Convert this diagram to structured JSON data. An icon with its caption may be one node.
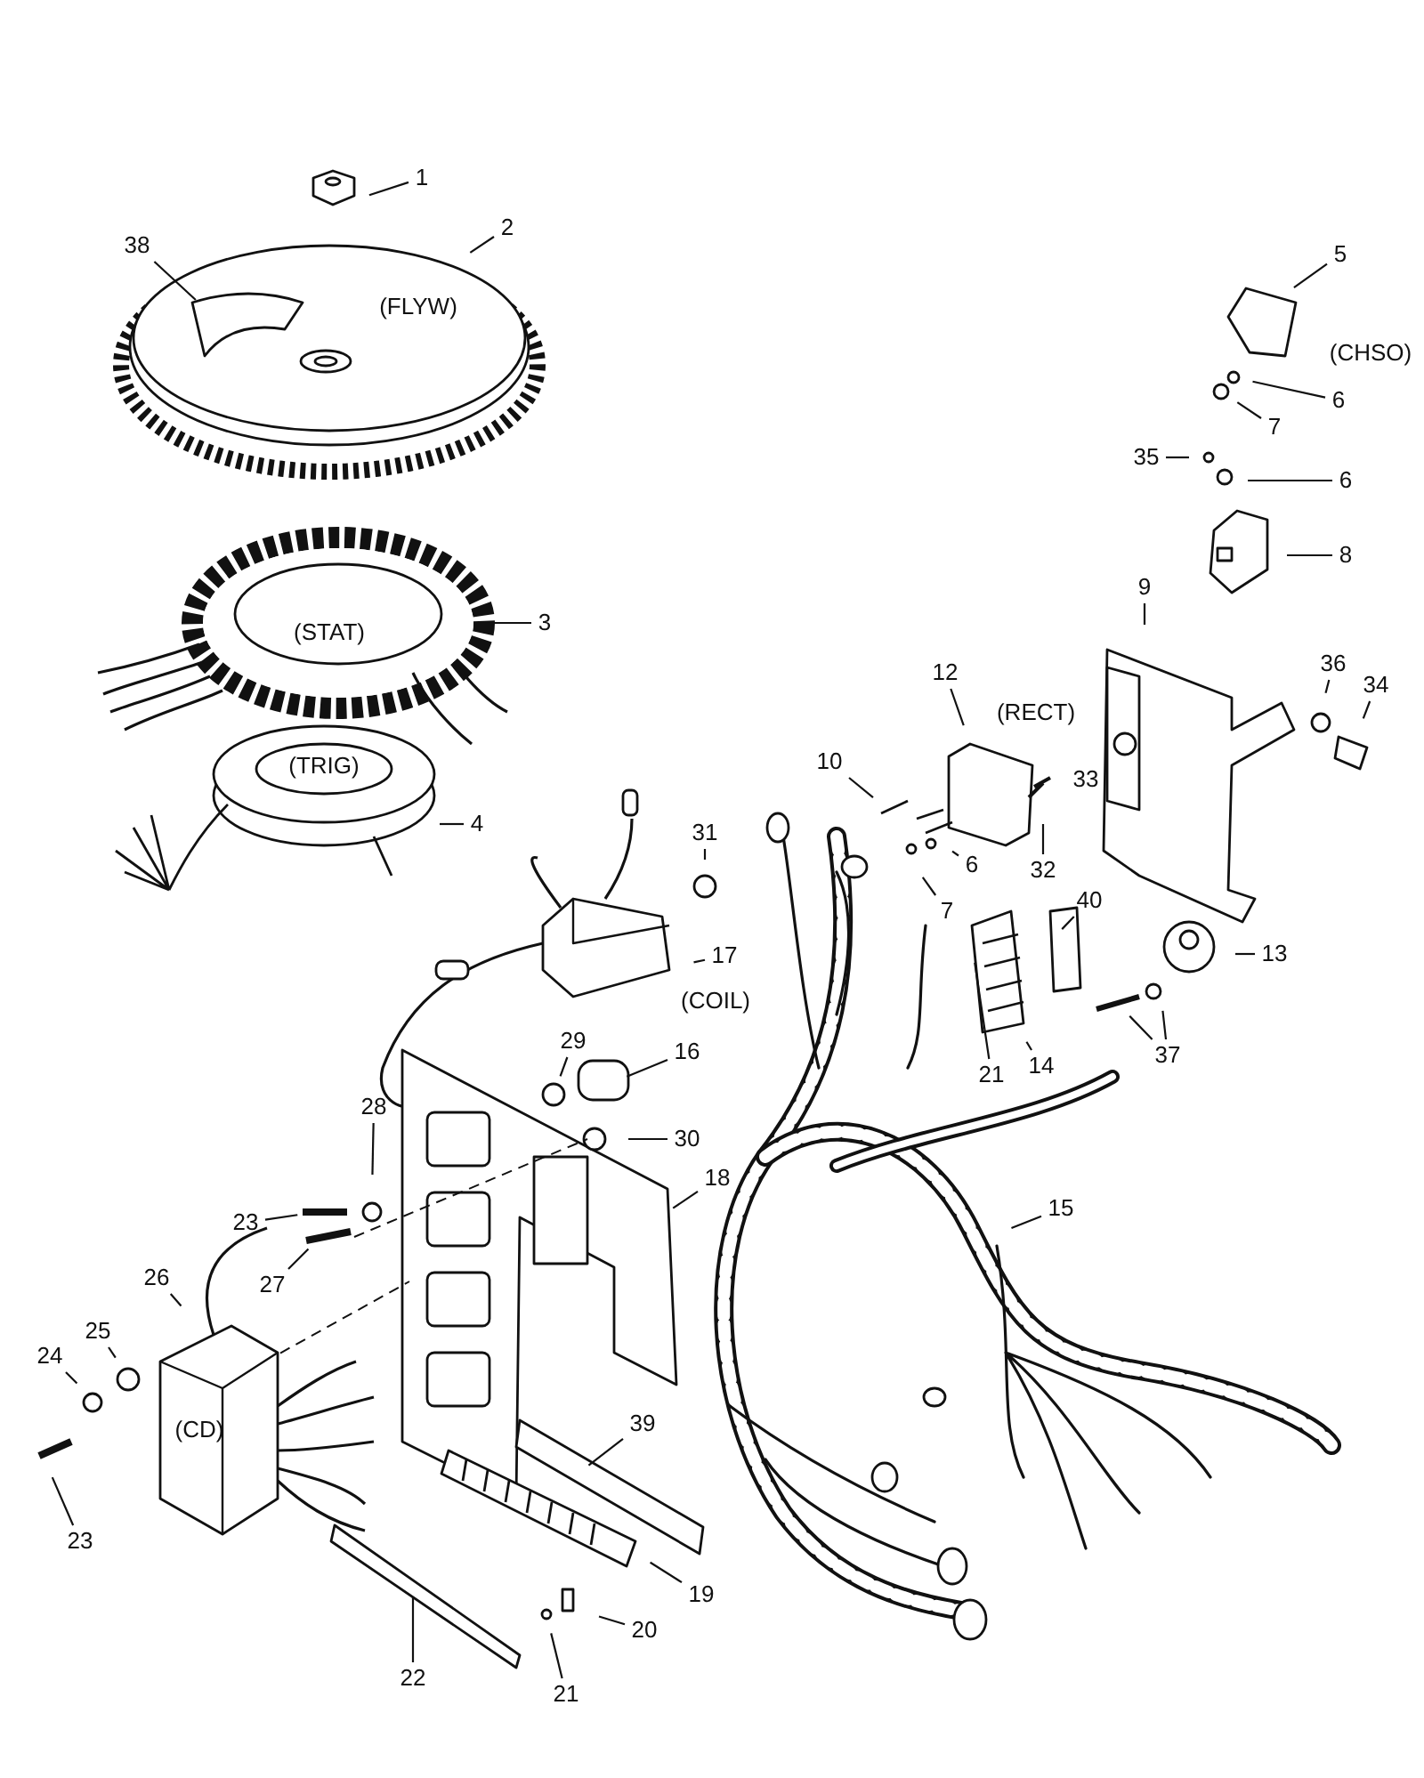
{
  "diagram": {
    "nodes": [
      {
        "text": [
          "1"
        ]
      },
      {
        "text": [
          "38"
        ]
      },
      {
        "text": [
          "2"
        ]
      },
      {
        "text": [
          "5"
        ]
      },
      {
        "text": [
          "6"
        ]
      },
      {
        "text": [
          "7"
        ]
      },
      {
        "text": [
          "35"
        ]
      },
      {
        "text": [
          "6"
        ]
      },
      {
        "text": [
          "8"
        ]
      },
      {
        "text": [
          "3"
        ]
      },
      {
        "text": [
          "9"
        ]
      },
      {
        "text": [
          "12"
        ]
      },
      {
        "text": [
          "36"
        ]
      },
      {
        "text": [
          "34"
        ]
      },
      {
        "text": [
          "10"
        ]
      },
      {
        "text": [
          "33"
        ]
      },
      {
        "text": [
          "4"
        ]
      },
      {
        "text": [
          "31"
        ]
      },
      {
        "text": [
          "6"
        ]
      },
      {
        "text": [
          "7"
        ]
      },
      {
        "text": [
          "32"
        ]
      },
      {
        "text": [
          "40"
        ]
      },
      {
        "text": [
          "17"
        ]
      },
      {
        "text": [
          "13"
        ]
      },
      {
        "text": [
          "29"
        ]
      },
      {
        "text": [
          "16"
        ]
      },
      {
        "text": [
          "37"
        ]
      },
      {
        "text": [
          "21"
        ]
      },
      {
        "text": [
          "14"
        ]
      },
      {
        "text": [
          "28"
        ]
      },
      {
        "text": [
          "30"
        ]
      },
      {
        "text": [
          "15"
        ]
      },
      {
        "text": [
          "18"
        ]
      },
      {
        "text": [
          "23"
        ]
      },
      {
        "text": [
          "27"
        ]
      },
      {
        "text": [
          "26"
        ]
      },
      {
        "text": [
          "25"
        ]
      },
      {
        "text": [
          "24"
        ]
      },
      {
        "text": [
          "39"
        ]
      },
      {
        "text": [
          "23"
        ]
      },
      {
        "text": [
          "19"
        ]
      },
      {
        "text": [
          "20"
        ]
      },
      {
        "text": [
          "22"
        ]
      },
      {
        "text": [
          "21"
        ]
      }
    ],
    "edges": [
      {
        "from": 0,
        "to": null,
        "arrow": "none"
      },
      {
        "from": 1,
        "to": null,
        "arrow": "none"
      },
      {
        "from": 2,
        "to": null,
        "arrow": "none"
      },
      {
        "from": 3,
        "to": null,
        "arrow": "none"
      },
      {
        "from": 4,
        "to": null,
        "arrow": "none"
      },
      {
        "from": 5,
        "to": null,
        "arrow": "none"
      },
      {
        "from": 6,
        "to": null,
        "arrow": "none"
      },
      {
        "from": 7,
        "to": null,
        "arrow": "none"
      },
      {
        "from": 8,
        "to": null,
        "arrow": "none"
      },
      {
        "from": 9,
        "to": null,
        "arrow": "none"
      },
      {
        "from": 10,
        "to": null,
        "arrow": "none"
      },
      {
        "from": 11,
        "to": null,
        "arrow": "none"
      },
      {
        "from": 12,
        "to": null,
        "arrow": "none"
      },
      {
        "from": 13,
        "to": null,
        "arrow": "none"
      },
      {
        "from": 14,
        "to": null,
        "arrow": "none"
      },
      {
        "from": 16,
        "to": null,
        "arrow": "none"
      },
      {
        "from": 17,
        "to": null,
        "arrow": "none"
      },
      {
        "from": 18,
        "to": null,
        "arrow": "none"
      },
      {
        "from": 19,
        "to": null,
        "arrow": "none"
      },
      {
        "from": 20,
        "to": null,
        "arrow": "none"
      },
      {
        "from": 21,
        "to": null,
        "arrow": "none"
      },
      {
        "from": 22,
        "to": null,
        "arrow": "none"
      },
      {
        "from": 23,
        "to": null,
        "arrow": "none"
      },
      {
        "from": 24,
        "to": null,
        "arrow": "none"
      },
      {
        "from": 25,
        "to": null,
        "arrow": "none"
      },
      {
        "from": 26,
        "to": null,
        "arrow": "none"
      },
      {
        "from": 26,
        "to": null,
        "arrow": "none"
      },
      {
        "from": 27,
        "to": null,
        "arrow": "none"
      },
      {
        "from": 28,
        "to": null,
        "arrow": "none"
      },
      {
        "from": 29,
        "to": null,
        "arrow": "none"
      },
      {
        "from": 30,
        "to": null,
        "arrow": "none"
      },
      {
        "from": 31,
        "to": null,
        "arrow": "none"
      },
      {
        "from": 32,
        "to": null,
        "arrow": "none"
      },
      {
        "from": 33,
        "to": null,
        "arrow": "none"
      },
      {
        "from": 34,
        "to": null,
        "arrow": "none"
      },
      {
        "from": 35,
        "to": null,
        "arrow": "none"
      },
      {
        "from": 36,
        "to": null,
        "arrow": "none"
      },
      {
        "from": 37,
        "to": null,
        "arrow": "none"
      },
      {
        "from": 38,
        "to": null,
        "arrow": "none"
      },
      {
        "from": 39,
        "to": null,
        "arrow": "none"
      },
      {
        "from": 40,
        "to": null,
        "arrow": "none"
      },
      {
        "from": 41,
        "to": null,
        "arrow": "none"
      },
      {
        "from": 42,
        "to": null,
        "arrow": "none"
      },
      {
        "from": 43,
        "to": null,
        "arrow": "none"
      }
    ],
    "labels": [
      "(FLYW)",
      "(CHSO)",
      "(STAT)",
      "(RECT)",
      "(TRIG)",
      "(COIL)",
      "(CD)"
    ]
  }
}
